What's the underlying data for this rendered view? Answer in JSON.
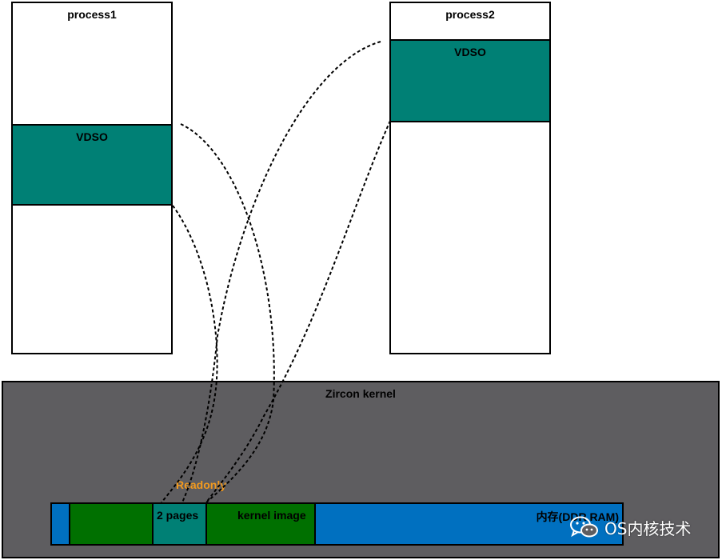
{
  "process1": {
    "title": "process1",
    "vdso_label": "VDSO"
  },
  "process2": {
    "title": "process2",
    "vdso_label": "VDSO"
  },
  "kernel": {
    "title": "Zircon kernel"
  },
  "memory": {
    "pages_label": "2 pages",
    "kernel_image_label": "kernel image",
    "ram_label": "内存(DDR RAM)",
    "readonly_label": "Readonly"
  },
  "watermark": {
    "text": "OS内核技术",
    "icon": "wechat-icon"
  },
  "colors": {
    "vdso": "#008075",
    "kernel_bg": "#5e5d60",
    "ram_blue": "#0070c0",
    "kernel_green": "#007000",
    "readonly_orange": "#f39a1e"
  }
}
